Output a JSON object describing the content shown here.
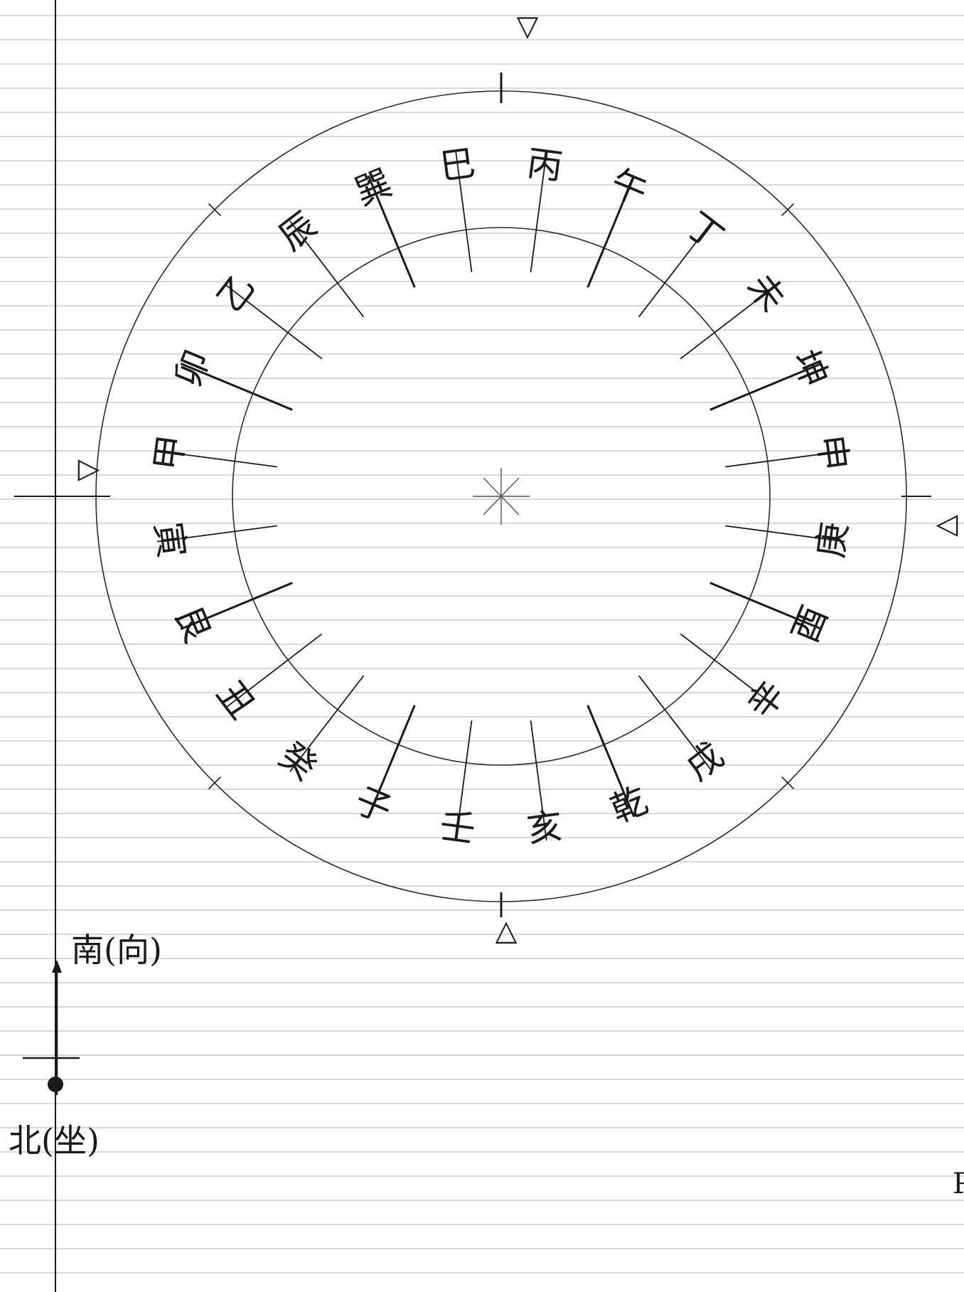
{
  "compass": {
    "outer_labels": [
      "丙",
      "午",
      "丁",
      "未",
      "坤",
      "申",
      "庚",
      "酉",
      "辛",
      "戌",
      "乾",
      "亥",
      "壬",
      "子",
      "癸",
      "丑",
      "艮",
      "寅",
      "甲",
      "卯",
      "乙",
      "辰",
      "巽",
      "巳"
    ],
    "label_start_deg": 7.5,
    "label_step_deg": 15,
    "inner_divisions_deg": 15,
    "divider_offset_deg": 0,
    "emphasized_dividers_deg": [
      22.5,
      67.5,
      112.5,
      157.5,
      202.5,
      247.5,
      292.5,
      337.5
    ],
    "cardinal_markers": [
      "▽",
      "▷",
      "◁",
      "△"
    ]
  },
  "axis": {
    "top_label": "南(向)",
    "bottom_label": "北(坐)"
  },
  "corner_mark": "P",
  "colors": {
    "ink": "#1a1a1a",
    "rule": "#bfc4c8",
    "margin_line": "#1a1a1a",
    "paper": "#ffffff"
  }
}
